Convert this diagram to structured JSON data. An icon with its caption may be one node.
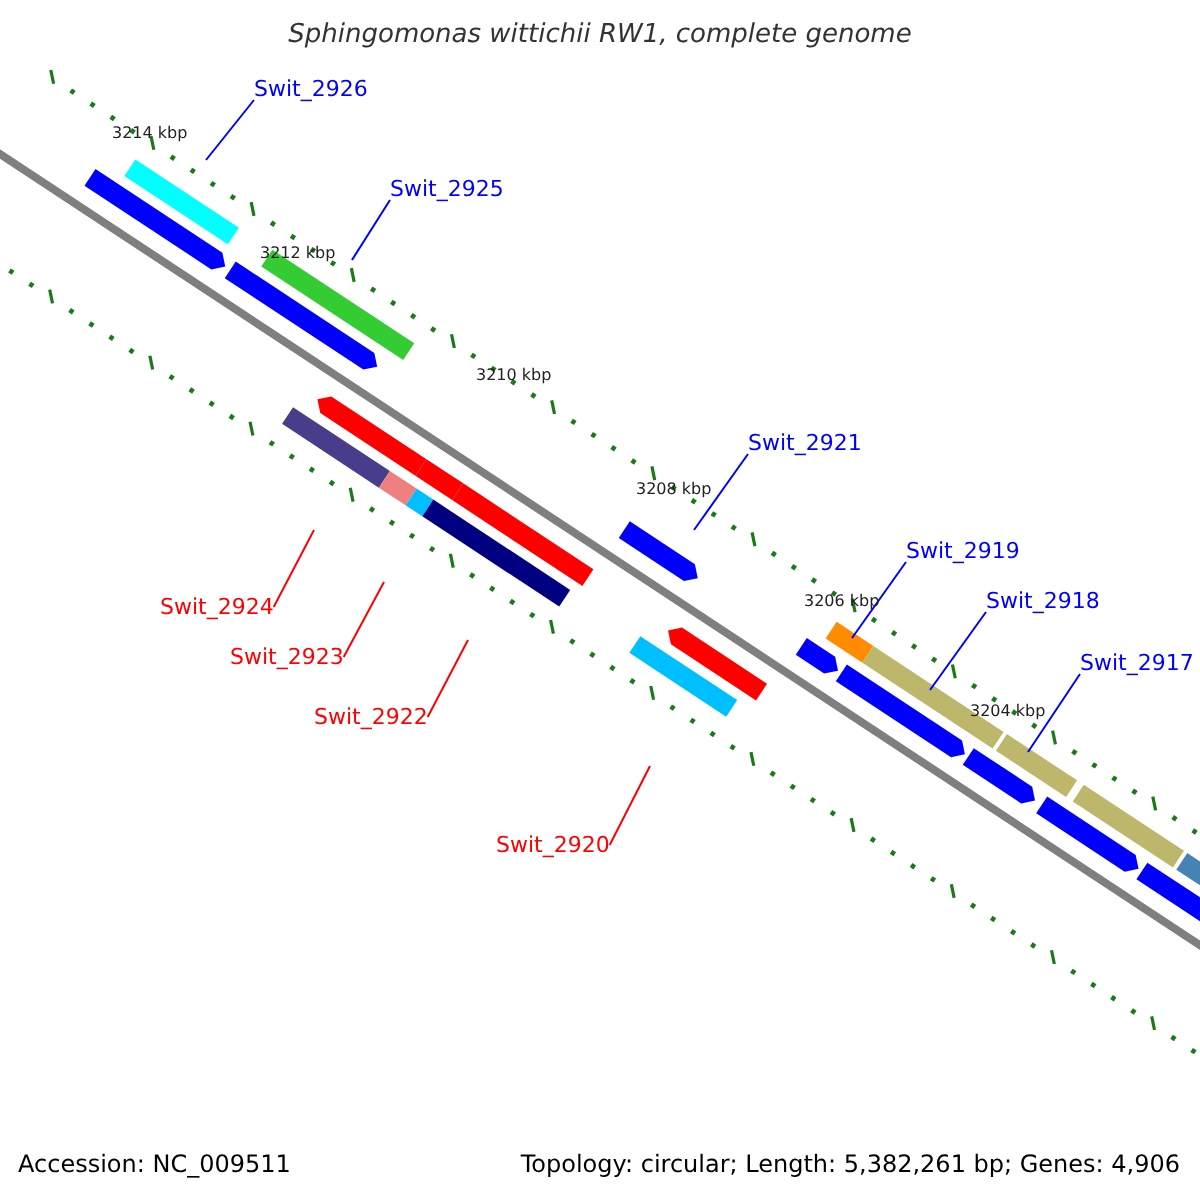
{
  "diagram": {
    "title": "Sphingomonas wittichii RW1, complete genome",
    "nodes": [
      {
        "text": [
          "Swit_2926"
        ]
      },
      {
        "text": [
          "Swit_2925"
        ]
      },
      {
        "text": [
          "Swit_2924"
        ]
      },
      {
        "text": [
          "Swit_2923"
        ]
      },
      {
        "text": [
          "Swit_2922"
        ]
      },
      {
        "text": [
          "Swit_2921"
        ]
      },
      {
        "text": [
          "Swit_2920"
        ]
      },
      {
        "text": [
          "Swit_2919"
        ]
      },
      {
        "text": [
          "Swit_2918"
        ]
      },
      {
        "text": [
          "Swit_2917"
        ]
      }
    ],
    "edges": [
      {
        "from": 0,
        "to": null,
        "arrow": "none"
      },
      {
        "from": 1,
        "to": null,
        "arrow": "none"
      },
      {
        "from": 2,
        "to": null,
        "arrow": "none",
        "color": "#ff0000"
      },
      {
        "from": 3,
        "to": null,
        "arrow": "none",
        "color": "#ff0000"
      },
      {
        "from": 4,
        "to": null,
        "arrow": "none",
        "color": "#ff0000"
      },
      {
        "from": 5,
        "to": null,
        "arrow": "none"
      },
      {
        "from": 6,
        "to": null,
        "arrow": "none",
        "color": "#ff0000"
      },
      {
        "from": 7,
        "to": null,
        "arrow": "none"
      },
      {
        "from": 8,
        "to": null,
        "arrow": "none"
      },
      {
        "from": 9,
        "to": null,
        "arrow": "none"
      }
    ],
    "labels": [
      "3214 kbp",
      "3212 kbp",
      "3210 kbp",
      "3208 kbp",
      "3206 kbp",
      "3204 kbp",
      "Accession: NC_009511",
      "Topology: circular; Length: 5,382,261 bp; Genes: 4,906"
    ]
  }
}
